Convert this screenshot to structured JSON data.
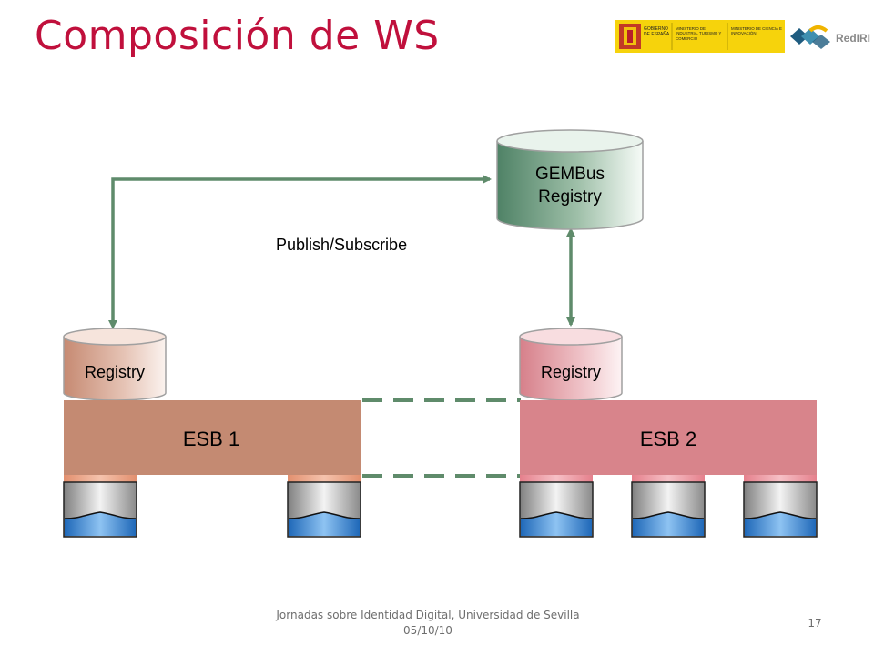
{
  "slide": {
    "title": "Composición de WS"
  },
  "logos": {
    "gov_logo_text": "GOBIERNO DE ESPAÑA",
    "ministry_1": "MINISTERIO DE INDUSTRIA, TURISMO Y COMERCIO",
    "ministry_2": "MINISTERIO DE CIENCIA E INNOVACIÓN",
    "rediris_text": "RedIRIS",
    "gov_yellow": "#f6d30c",
    "rediris_blue": "#1f5c80"
  },
  "diagram": {
    "gembus_registry_line1": "GEMBus",
    "gembus_registry_line2": "Registry",
    "publish_subscribe_label": "Publish/Subscribe",
    "esb1_registry_label": "Registry",
    "esb2_registry_label": "Registry",
    "esb1_label": "ESB 1",
    "esb2_label": "ESB 2",
    "esb1_service_count": 2,
    "esb2_service_count": 3,
    "colors": {
      "arrow_green": "#5f8b6b",
      "gembus_green": "#5e8d70",
      "esb1_brown": "#c48a72",
      "esb2_pink": "#d8848b",
      "service_blue": "#2d7fd0"
    }
  },
  "footer": {
    "line1": "Jornadas sobre Identidad Digital, Universidad de Sevilla",
    "line2": "05/10/10",
    "page_number": "17"
  }
}
